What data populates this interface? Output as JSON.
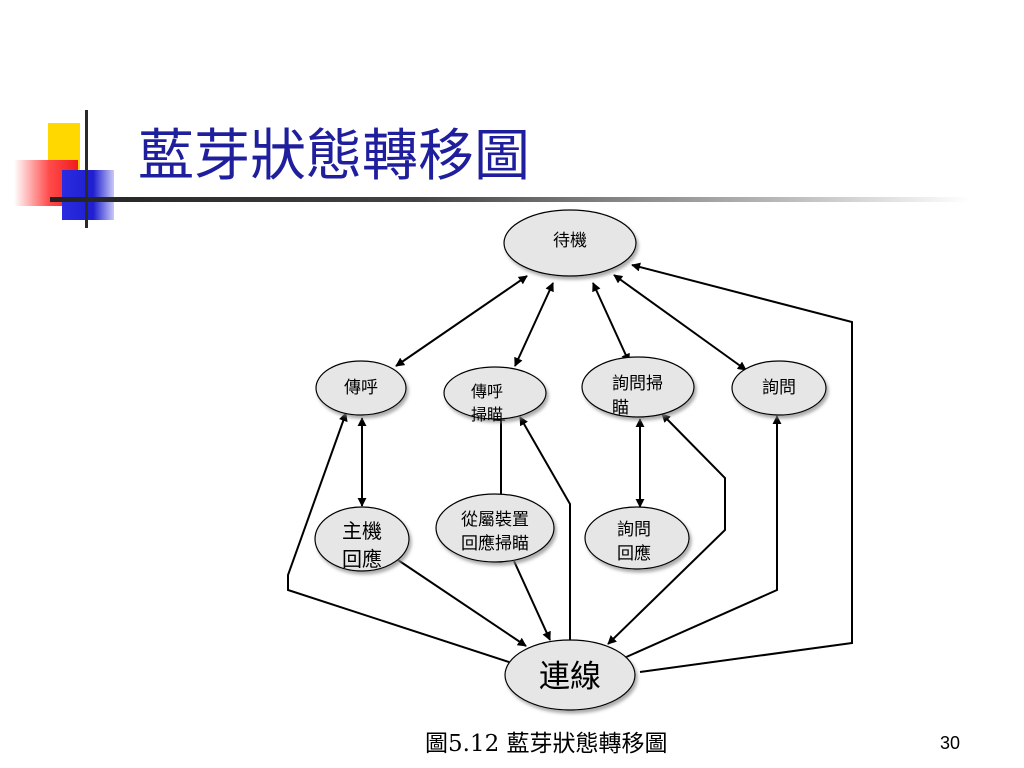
{
  "slide": {
    "title": "藍芽狀態轉移圖",
    "caption": "圖5.12 藍芽狀態轉移圖",
    "page_number": "30"
  },
  "nodes": {
    "standby": "待機",
    "page": "傳呼",
    "page_scan_1": "傳呼",
    "page_scan_2": "掃瞄",
    "inquiry_scan_1": "詢問掃",
    "inquiry_scan_2": "瞄",
    "inquiry": "詢問",
    "master_response_1": "主機",
    "master_response_2": "回應",
    "slave_response_1": "從屬裝置",
    "slave_response_2": "回應掃瞄",
    "inquiry_response_1": "詢問",
    "inquiry_response_2": "回應",
    "connection": "連線"
  },
  "colors": {
    "title": "#1f1f9e",
    "node_fill": "#e6e6e6",
    "node_stroke": "#000000"
  }
}
